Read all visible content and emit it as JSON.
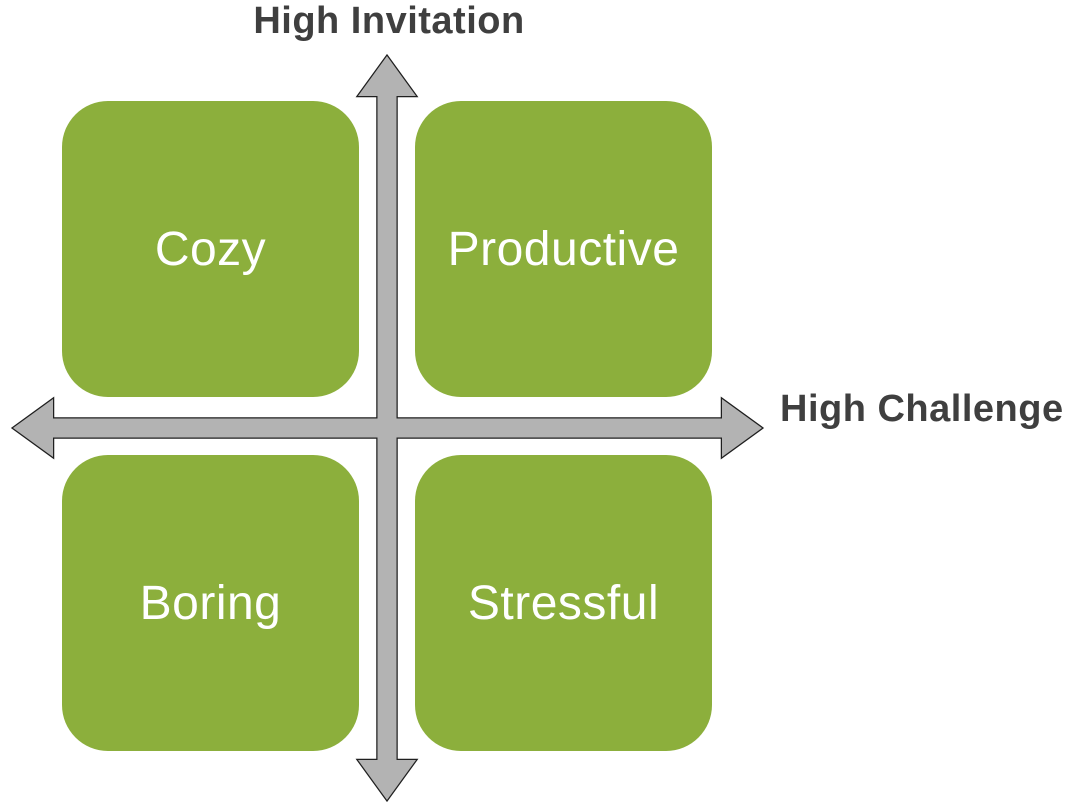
{
  "diagram": {
    "type": "quadrant-matrix",
    "axes": {
      "vertical_label": "High Invitation",
      "horizontal_label": "High Challenge"
    },
    "quadrants": [
      {
        "position": "top-left",
        "label": "Cozy"
      },
      {
        "position": "top-right",
        "label": "Productive"
      },
      {
        "position": "bottom-left",
        "label": "Boring"
      },
      {
        "position": "bottom-right",
        "label": "Stressful"
      }
    ],
    "colors": {
      "quadrant_fill": "#8caf3c",
      "quadrant_text": "#ffffff",
      "arrow_fill": "#b3b3b3",
      "arrow_outline": "#1f1f1f",
      "axis_label_color": "#3f3f3f",
      "background": "#ffffff"
    }
  }
}
